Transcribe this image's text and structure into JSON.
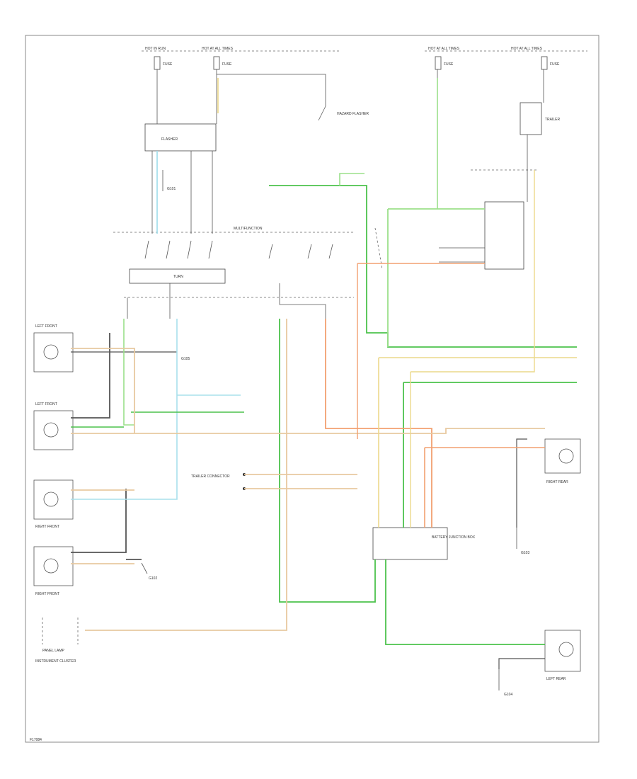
{
  "labels": {
    "hot_in_run_left": "HOT IN RUN",
    "hot_at_all_times_left": "HOT AT ALL TIMES",
    "hot_at_all_times_right_a": "HOT AT ALL TIMES",
    "hot_at_all_times_right_b": "HOT AT ALL TIMES",
    "fuse_a": "FUSE",
    "fuse_b": "FUSE",
    "fuse_c": "FUSE",
    "fuse_d": "FUSE",
    "multifunction_switch": "MULTIFUNCTION",
    "flasher": "FLASHER",
    "hazard_flasher": "HAZARD FLASHER",
    "turn_switch": "TURN",
    "left_front_turn_lamp": "LEFT FRONT",
    "left_front_park_lamp": "LEFT FRONT",
    "right_front_turn_lamp": "RIGHT FRONT",
    "right_front_park_lamp": "RIGHT FRONT",
    "right_rear_lamp": "RIGHT REAR",
    "left_rear_lamp": "LEFT REAR",
    "trailer_relay": "TRAILER",
    "trailer_connector": "TRAILER CONNECTOR",
    "battery_junction_box": "BATTERY JUNCTION BOX",
    "panel_lamp": "PANEL LAMP",
    "instrument_cluster": "INSTRUMENT CLUSTER",
    "ground_g1": "G101",
    "ground_g2": "G102",
    "ground_g3": "G103",
    "ground_g4": "G104",
    "ground_g5": "G105",
    "footer_code": "F17084"
  },
  "colors": {
    "green": "#4cc24c",
    "light_green": "#9be08a",
    "orange": "#f2a070",
    "tan": "#e8c9a0",
    "yellow": "#ecd98a",
    "light_blue": "#a8e0ec",
    "dark_gray": "#555555",
    "black": "#222222"
  }
}
